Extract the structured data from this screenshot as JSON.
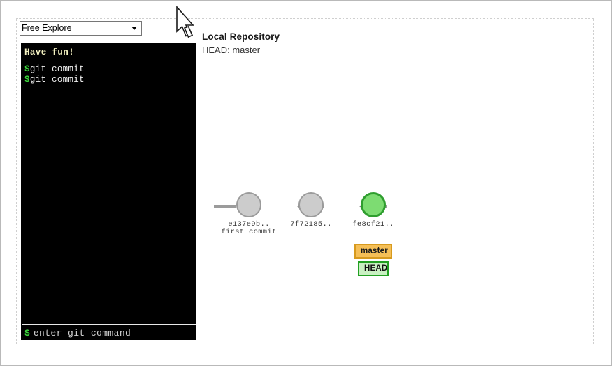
{
  "level_selector": {
    "selected": "Free Explore",
    "options": [
      "Free Explore"
    ]
  },
  "terminal": {
    "welcome": "Have fun!",
    "prompt_symbol": "$",
    "history": [
      {
        "prompt": "$",
        "command": "git commit"
      },
      {
        "prompt": "$",
        "command": "git commit"
      }
    ],
    "input_prompt": "$",
    "input_value": "",
    "input_placeholder": "enter git command"
  },
  "repository": {
    "title": "Local Repository",
    "head_label": "HEAD: master",
    "commits": [
      {
        "hash": "e137e9b..",
        "message": "first commit",
        "color": "gray"
      },
      {
        "hash": "7f72185..",
        "message": "",
        "color": "gray"
      },
      {
        "hash": "fe8cf21..",
        "message": "",
        "color": "green"
      }
    ],
    "refs": {
      "branch": "master",
      "head": "HEAD"
    }
  },
  "colors": {
    "commit_gray_fill": "#cccccc",
    "commit_gray_border": "#9b9b9b",
    "commit_green_fill": "#7ddc72",
    "commit_green_border": "#2f9e2f",
    "branch_badge_fill": "#f5bf57",
    "branch_badge_border": "#d79a1e",
    "head_badge_fill": "#c9f0c2",
    "head_badge_border": "#22a022",
    "terminal_bg": "#000000",
    "terminal_prompt_green": "#3ddc3d",
    "terminal_welcome_yellow": "#f3f1c0",
    "edge_gray": "#9b9b9b"
  },
  "cursor": {
    "icon": "arrow-pointer-icon"
  }
}
